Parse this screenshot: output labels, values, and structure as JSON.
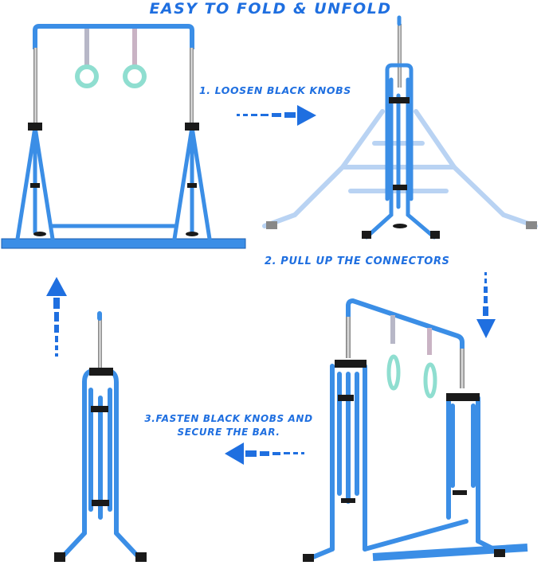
{
  "title": "EASY TO FOLD & UNFOLD",
  "steps": {
    "step1": "1. LOOSEN BLACK KNOBS",
    "step2": "2. PULL UP THE CONNECTORS",
    "step3_line1": "3.FASTEN BLACK KNOBS AND",
    "step3_line2": "SECURE THE BAR."
  },
  "colors": {
    "accent": "#1f6fe0",
    "frame": "#3b8ee6",
    "ghost": "#b9d3f3",
    "knob": "#1a1a1a",
    "ring": "#8fded0"
  },
  "arrows": [
    "arrow-right",
    "arrow-down",
    "arrow-left",
    "arrow-up"
  ]
}
